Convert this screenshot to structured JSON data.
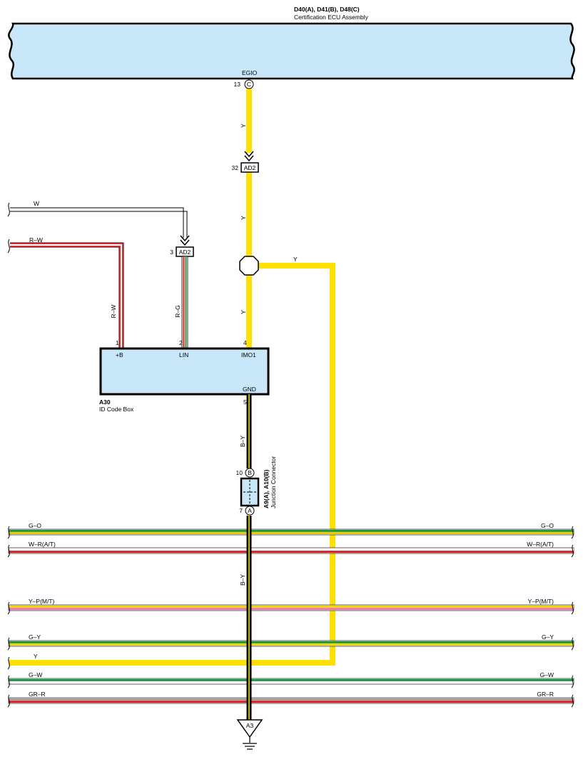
{
  "ecu": {
    "id": "D40(A), D41(B), D48(C)",
    "name": "Certification ECU Assembly",
    "pin_name": "EGIO",
    "pin_number": "13",
    "pin_letter": "C"
  },
  "box": {
    "id": "A30",
    "name": "ID Code Box",
    "pins": [
      {
        "num": "1",
        "name": "+B"
      },
      {
        "num": "2",
        "name": "LIN"
      },
      {
        "num": "4",
        "name": "IMO1"
      },
      {
        "num": "5",
        "name": "GND"
      }
    ]
  },
  "connectors": [
    {
      "label": "AD2",
      "pin": "32"
    },
    {
      "label": "AD2",
      "pin": "3"
    }
  ],
  "junction": {
    "id": "A9(A), A10(B)",
    "name": "Junction Connector",
    "top_pin": "10",
    "top_letter": "B",
    "bottom_pin": "7",
    "bottom_letter": "A"
  },
  "ground": {
    "label": "A3"
  },
  "wire_labels": {
    "ecu_to_ad2": "Y",
    "ad2_to_splice": "Y",
    "splice_branch": "Y",
    "splice_to_box": "Y",
    "w_in": "W",
    "rw_in": "R–W",
    "rw_vertical": "R–W",
    "rg_vertical": "R–G",
    "gnd_upper": "B–Y",
    "gnd_lower": "B–Y"
  },
  "buses": [
    {
      "left": "G–O",
      "right": "G–O",
      "colors": [
        "#1a9a3a",
        "#f2c400"
      ]
    },
    {
      "left": "W–R(A/T)",
      "right": "W–R(A/T)",
      "colors": [
        "#ffffff",
        "#e02020"
      ]
    },
    {
      "left": "Y–P(M/T)",
      "right": "Y–P(M/T)",
      "colors": [
        "#f2d400",
        "#e87ab0"
      ]
    },
    {
      "left": "G–Y",
      "right": "G–Y",
      "colors": [
        "#1a9a3a",
        "#f2d400"
      ]
    },
    {
      "left": "Y",
      "right": "",
      "colors": [
        "#ffe000"
      ]
    },
    {
      "left": "G–W",
      "right": "G–W",
      "colors": [
        "#1a9a3a",
        "#ffffff"
      ]
    },
    {
      "left": "GR–R",
      "right": "GR–R",
      "colors": [
        "#a0a0a0",
        "#e02020"
      ]
    }
  ],
  "colors": {
    "ecu_fill": "#c8e8fa",
    "yellow": "#ffe000",
    "red": "#e02020",
    "green": "#1a9a3a",
    "black": "#000000"
  }
}
